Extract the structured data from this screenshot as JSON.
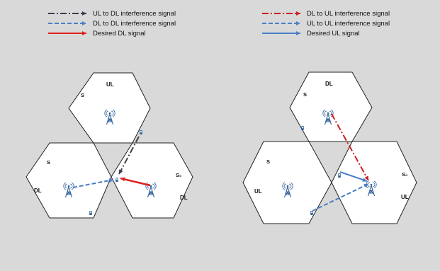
{
  "left_panel": {
    "legend": [
      {
        "label": "UL to DL interference signal",
        "color": "#3a3f4d",
        "style": "dash-dot"
      },
      {
        "label": "DL to DL interference signal",
        "color": "#4a7fc7",
        "style": "dashed"
      },
      {
        "label": "Desired DL signal",
        "color": "#e02020",
        "style": "solid"
      }
    ],
    "cells": {
      "top": {
        "corner": "S",
        "mode": "UL"
      },
      "left": {
        "corner": "S",
        "mode": "DL"
      },
      "right": {
        "corner": "S₀",
        "mode": "DL"
      }
    }
  },
  "right_panel": {
    "legend": [
      {
        "label": "DL to UL interference signal",
        "color": "#cc1f1f",
        "style": "dash-dot"
      },
      {
        "label": "UL to UL  interference signal",
        "color": "#4a7fc7",
        "style": "dashed"
      },
      {
        "label": "Desired UL signal",
        "color": "#4a7fc7",
        "style": "solid"
      }
    ],
    "cells": {
      "top": {
        "corner": "S",
        "mode": "DL"
      },
      "left": {
        "corner": "S",
        "mode": "UL"
      },
      "right": {
        "corner": "S₀",
        "mode": "UL"
      }
    }
  },
  "colors": {
    "background": "#d9d9d9",
    "cell_fill": "#ffffff",
    "cell_stroke": "#222222",
    "tower": "#2f5f9a"
  },
  "icons": [
    "cell-tower-icon",
    "mobile-phone-icon"
  ]
}
